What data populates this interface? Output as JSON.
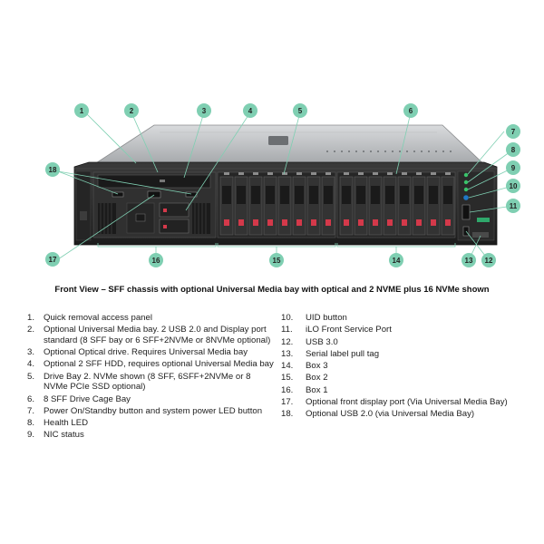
{
  "caption": "Front View – SFF chassis with optional Universal Media bay with optical and 2 NVME plus 16 NVMe shown",
  "colors": {
    "callout_teal": "#7fcfb2",
    "chassis_dark": "#2b2b2b",
    "drive_red": "#d4394a",
    "led_green": "#39c46a",
    "uid_blue": "#1f78c8",
    "label_green": "#2fa86b"
  },
  "callouts": [
    "1",
    "2",
    "3",
    "4",
    "5",
    "6",
    "7",
    "8",
    "9",
    "10",
    "11",
    "12",
    "13",
    "14",
    "15",
    "16",
    "17",
    "18"
  ],
  "legend_left": [
    {
      "num": "1.",
      "text": "Quick removal access panel"
    },
    {
      "num": "2.",
      "text": "Optional Universal Media bay. 2 USB 2.0 and Display port standard (8 SFF bay or 6 SFF+2NVMe or 8NVMe optional)"
    },
    {
      "num": "3.",
      "text": "Optional Optical drive. Requires Universal Media bay"
    },
    {
      "num": "4.",
      "text": "Optional 2 SFF HDD, requires optional Universal Media bay"
    },
    {
      "num": "5.",
      "text": "Drive Bay 2. NVMe shown (8 SFF, 6SFF+2NVMe or 8 NVMe PCIe SSD optional)"
    },
    {
      "num": "6.",
      "text": "8 SFF Drive Cage Bay"
    },
    {
      "num": "7.",
      "text": "Power On/Standby button and system power LED button"
    },
    {
      "num": "8.",
      "text": "Health LED"
    },
    {
      "num": "9.",
      "text": "NIC status"
    }
  ],
  "legend_right": [
    {
      "num": "10.",
      "text": "UID button"
    },
    {
      "num": "11.",
      "text": "iLO Front Service Port"
    },
    {
      "num": "12.",
      "text": "USB 3.0"
    },
    {
      "num": "13.",
      "text": "Serial label pull tag"
    },
    {
      "num": "14.",
      "text": "Box 3"
    },
    {
      "num": "15.",
      "text": "Box 2"
    },
    {
      "num": "16.",
      "text": "Box 1"
    },
    {
      "num": "17.",
      "text": "Optional front display port (Via Universal Media Bay)"
    },
    {
      "num": "18.",
      "text": "Optional USB 2.0 (via Universal Media Bay)"
    }
  ]
}
